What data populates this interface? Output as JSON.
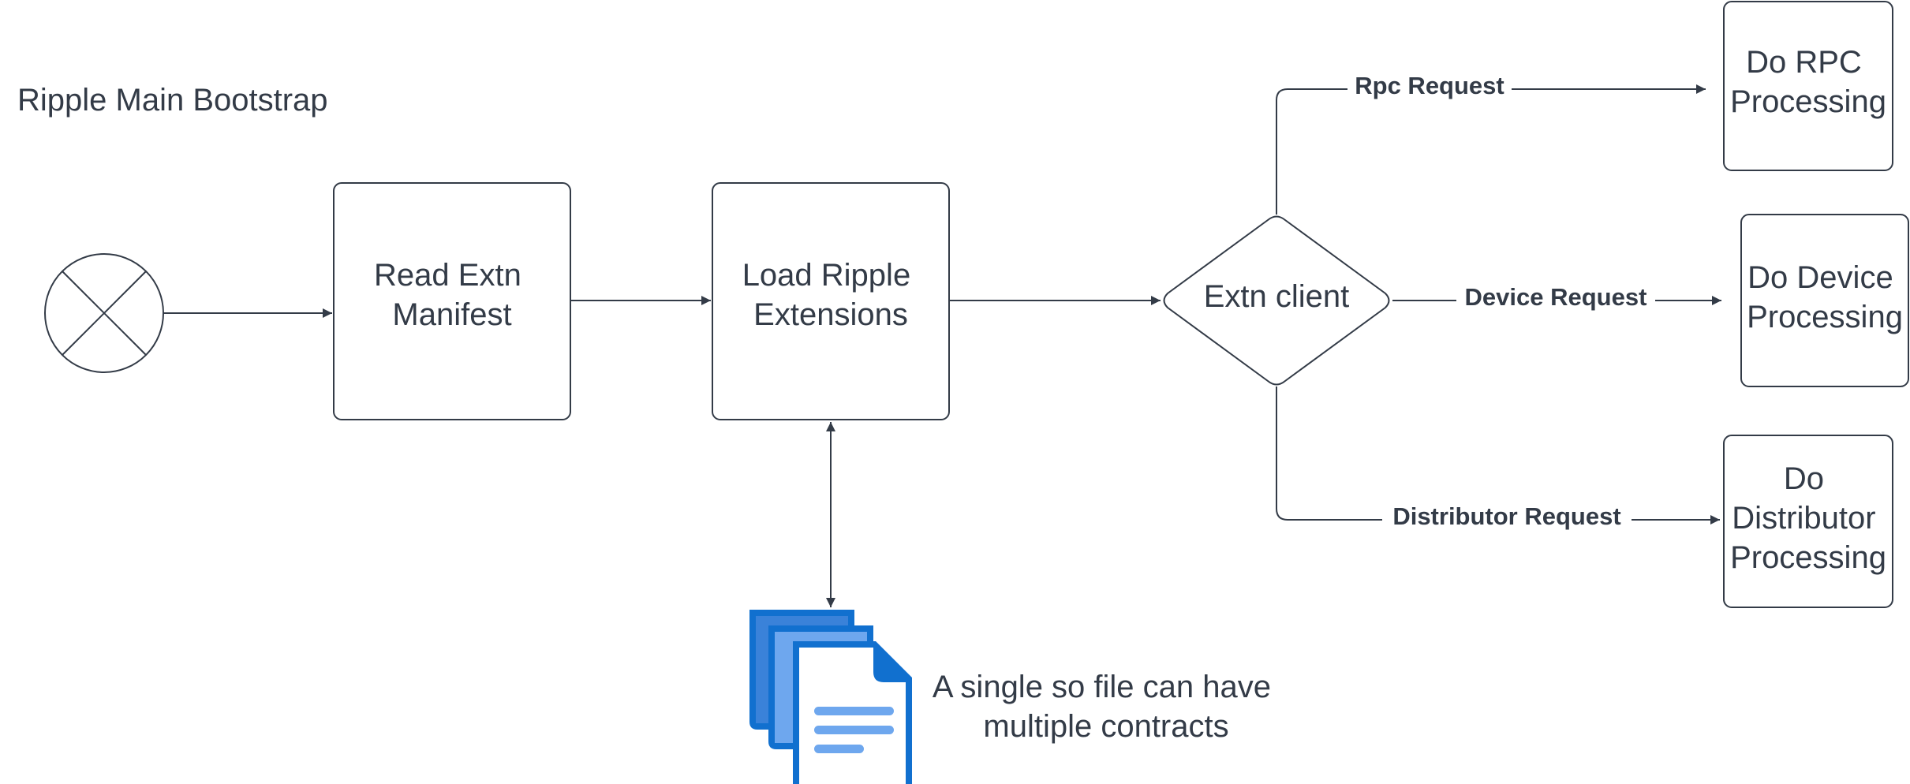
{
  "title": "Ripple Main Bootstrap",
  "nodes": {
    "read_manifest": [
      "Read Extn",
      "Manifest"
    ],
    "load_extensions": [
      "Load Ripple",
      "Extensions"
    ],
    "extn_client": "Extn client",
    "rpc_processing": [
      "Do RPC",
      "Processing"
    ],
    "device_processing": [
      "Do Device",
      "Processing"
    ],
    "distributor_processing": [
      "Do",
      "Distributor",
      "Processing"
    ]
  },
  "edges": {
    "rpc_request": "Rpc Request",
    "device_request": "Device Request",
    "distributor_request": "Distributor Request"
  },
  "note": [
    "A single so file can have",
    "multiple contracts"
  ],
  "icons": {
    "start": "start-cross-circle-icon",
    "files": "stacked-documents-icon"
  },
  "colors": {
    "stroke": "#333b47",
    "file_dark": "#1170cf",
    "file_mid": "#3a82d9",
    "file_light": "#6ea7ee",
    "file_page": "#ffffff"
  }
}
